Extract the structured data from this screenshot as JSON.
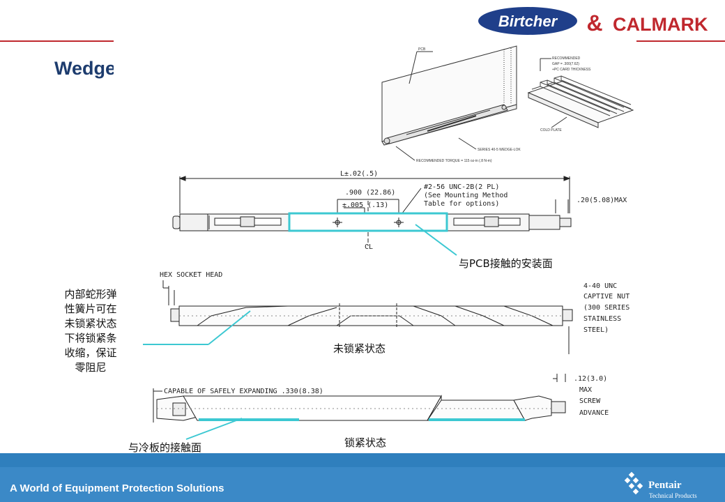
{
  "brand": {
    "logo1": "Birtcher",
    "amp": "&",
    "logo2": "CALMARK",
    "footer_tagline": "A World of Equipment Protection Solutions",
    "footer_brand": "Pentair",
    "footer_brand_sub": "Technical Products"
  },
  "title": "Wedge-lok系列",
  "figure_iso": {
    "pcb": "PCB",
    "recommended_gap_1": "RECOMMENDED",
    "recommended_gap_2": "GAP = .300(7.62)",
    "recommended_gap_3": "+PC CARD THICKNESS",
    "cold_plate": "COLD PLATE",
    "series": "SERIES 40-5 WEDGE-LOK",
    "torque": "RECOMMENDED TORQUE = 115 oz-in (.8 N-m)"
  },
  "figure_top": {
    "length": "L±.02(.5)",
    "spacing": ".900 (22.86)",
    "tolerance": "±.005 (.13)",
    "thread_1": "#2-56 UNC-2B(2 PL)",
    "thread_2": "(See Mounting Method",
    "thread_3": "Table for options)",
    "max": ".20(5.08)MAX",
    "centerline": "CL"
  },
  "figure_mid": {
    "hex": "HEX SOCKET HEAD",
    "nut_1": "4-40 UNC",
    "nut_2": "CAPTIVE NUT",
    "nut_3": "(300 SERIES",
    "nut_4": "STAINLESS",
    "nut_5": "STEEL)"
  },
  "figure_bot": {
    "expand": "CAPABLE OF SAFELY EXPANDING .330(8.38)",
    "adv_1": ".12(3.0)",
    "adv_2": "MAX",
    "adv_3": "SCREW",
    "adv_4": "ADVANCE"
  },
  "annotations": {
    "pcb_contact": "与PCB接触的安装面",
    "unlocked": "未锁紧状态",
    "locked": "锁紧状态",
    "cold_contact": "与冷板的接触面",
    "left_lines": [
      "内部蛇形弹",
      "性簧片可在",
      "未锁紧状态",
      "下将锁紧条",
      "收缩，保证",
      "零阻尼"
    ]
  },
  "colors": {
    "title": "#1d3c6e",
    "header_line": "#c0282e",
    "highlight": "#3cc8d2",
    "footer": "#3b89c7",
    "logo_blue": "#1f3f8a",
    "logo_red": "#c0282e"
  }
}
